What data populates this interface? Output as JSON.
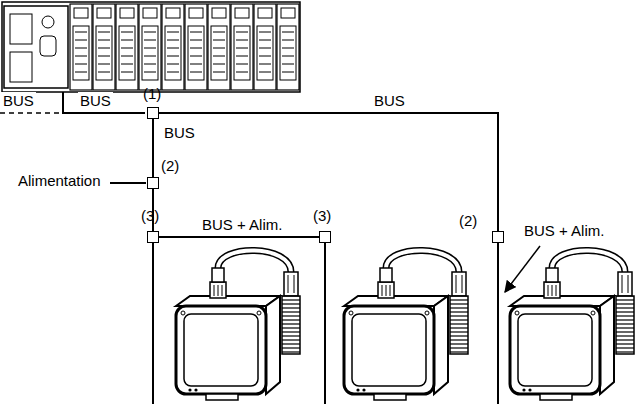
{
  "diagram": {
    "nodes": [
      {
        "text": [
          "(1)"
        ]
      },
      {
        "text": [
          "(2)"
        ]
      },
      {
        "text": [
          "(3)"
        ]
      },
      {
        "text": [
          "(3)"
        ]
      },
      {
        "text": [
          "(2)"
        ]
      }
    ],
    "edges": [
      {
        "from": 0,
        "to": 1,
        "arrow": "none",
        "label": "BUS"
      },
      {
        "from": 1,
        "to": 2,
        "arrow": "none"
      },
      {
        "from": 2,
        "to": 3,
        "arrow": "none",
        "label": "BUS + Alim."
      },
      {
        "from": 0,
        "to": 4,
        "arrow": "none",
        "label": "BUS"
      }
    ],
    "labels": [
      "BUS",
      "BUS",
      "Alimentation",
      "BUS + Alim."
    ]
  }
}
